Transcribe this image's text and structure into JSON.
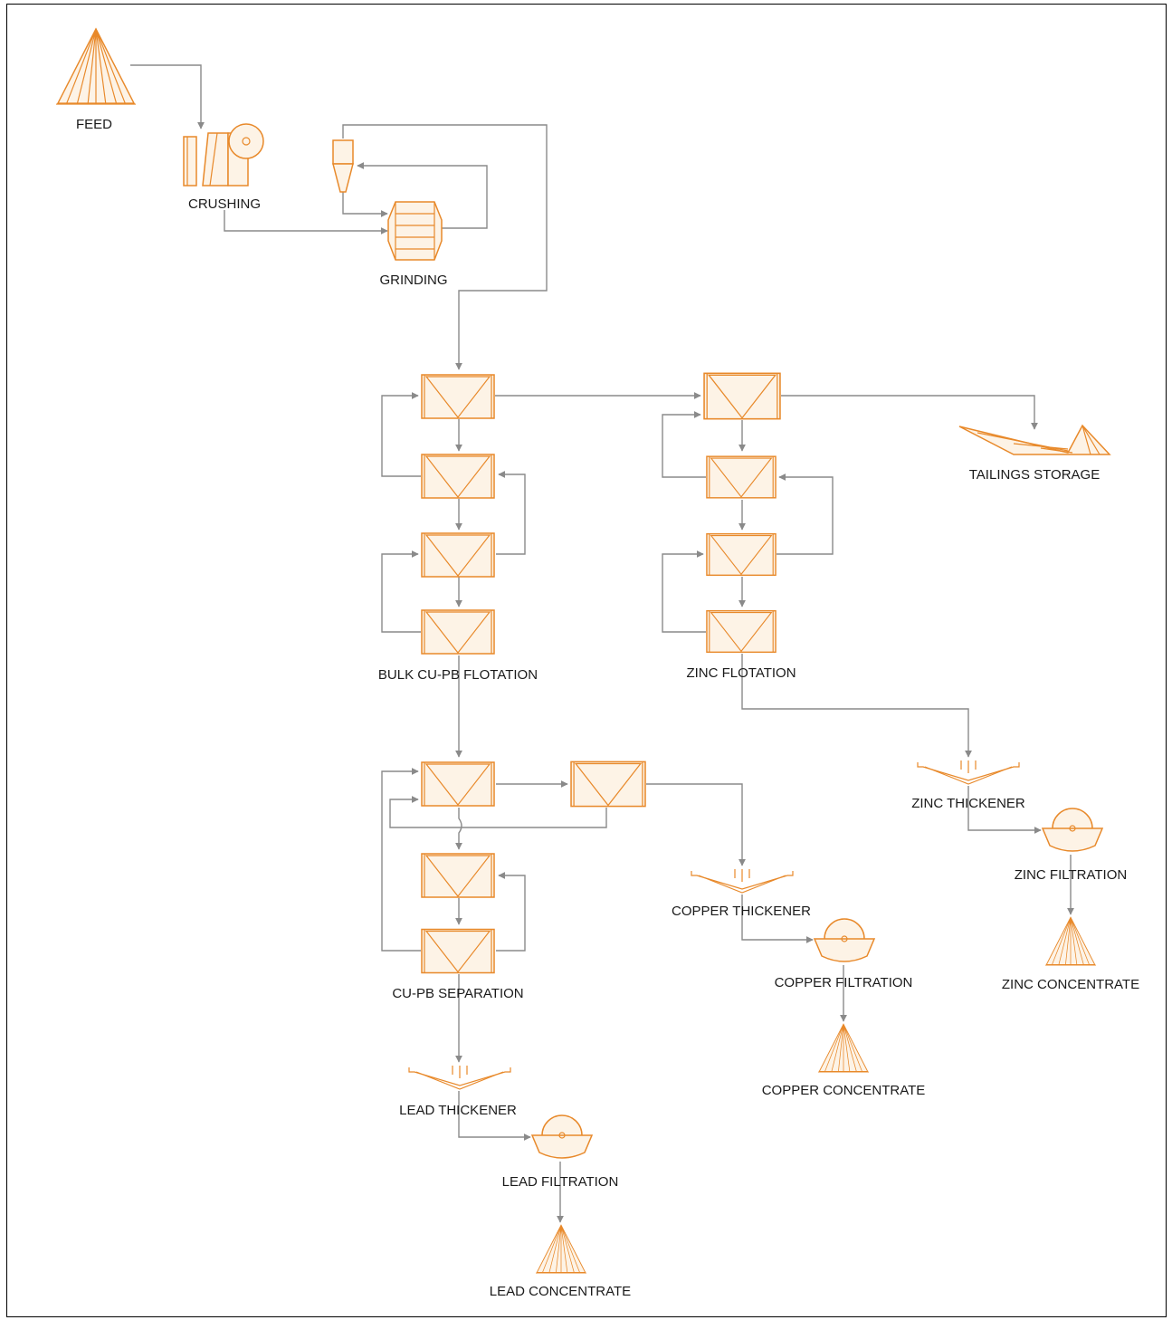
{
  "labels": {
    "feed": "FEED",
    "crushing": "CRUSHING",
    "grinding": "GRINDING",
    "bulk_flotation": "BULK CU-PB FLOTATION",
    "zinc_flotation": "ZINC FLOTATION",
    "tailings_storage": "TAILINGS STORAGE",
    "cupb_separation": "CU-PB SEPARATION",
    "copper_thickener": "COPPER THICKENER",
    "copper_filtration": "COPPER FILTRATION",
    "copper_concentrate": "COPPER CONCENTRATE",
    "zinc_thickener": "ZINC THICKENER",
    "zinc_filtration": "ZINC FILTRATION",
    "zinc_concentrate": "ZINC CONCENTRATE",
    "lead_thickener": "LEAD THICKENER",
    "lead_filtration": "LEAD FILTRATION",
    "lead_concentrate": "LEAD CONCENTRATE"
  },
  "colors": {
    "equipment_stroke": "#e8892a",
    "equipment_fill": "#fdf3e6",
    "flow_line": "#8a8a8a"
  },
  "icons": {
    "stockpile": "stockpile-icon",
    "crusher": "crusher-icon",
    "mill": "ball-mill-icon",
    "cyclone": "hydrocyclone-icon",
    "flotation_cell": "flotation-cell-icon",
    "thickener": "thickener-icon",
    "filter": "drum-filter-icon",
    "tailings": "tailings-dam-icon"
  }
}
